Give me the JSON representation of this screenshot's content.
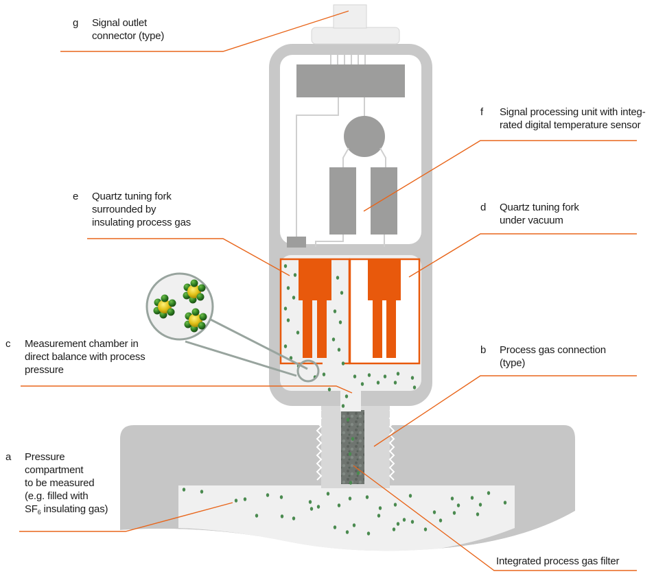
{
  "title": "Gas density sensor cross-section with quartz tuning forks",
  "colors": {
    "leader": "#e8651a",
    "fork": "#e8590c",
    "housing": "#c8c8c8",
    "component": "#9d9d9c",
    "gas_fill": "#f0f0f0",
    "gas_dot": "#4a8a4f",
    "magnifier": "#98a49e"
  },
  "labels": {
    "g": {
      "key": "g",
      "lines": [
        "Signal outlet",
        "connector (type)"
      ]
    },
    "f": {
      "key": "f",
      "lines": [
        "Signal processing unit with integ-",
        "rated digital temperature sensor"
      ]
    },
    "e": {
      "key": "e",
      "lines": [
        "Quartz tuning fork",
        "surrounded by",
        "insulating process gas"
      ]
    },
    "d": {
      "key": "d",
      "lines": [
        "Quartz tuning fork",
        "under vacuum"
      ]
    },
    "c": {
      "key": "c",
      "lines": [
        "Measurement chamber in",
        "direct balance with process",
        "pressure"
      ]
    },
    "b": {
      "key": "b",
      "lines": [
        "Process gas connection",
        "(type)"
      ]
    },
    "a": {
      "key": "a",
      "lines": [
        "Pressure",
        "compartment",
        "to be measured",
        "(e.g. filled with"
      ],
      "last_line_prefix": "SF",
      "last_line_sub": "6",
      "last_line_suffix": " insulating gas)"
    },
    "filter": {
      "key": "",
      "lines": [
        "Integrated process gas filter"
      ]
    }
  },
  "magnifier": {
    "molecule": "SF6",
    "molecule_count": 3
  }
}
